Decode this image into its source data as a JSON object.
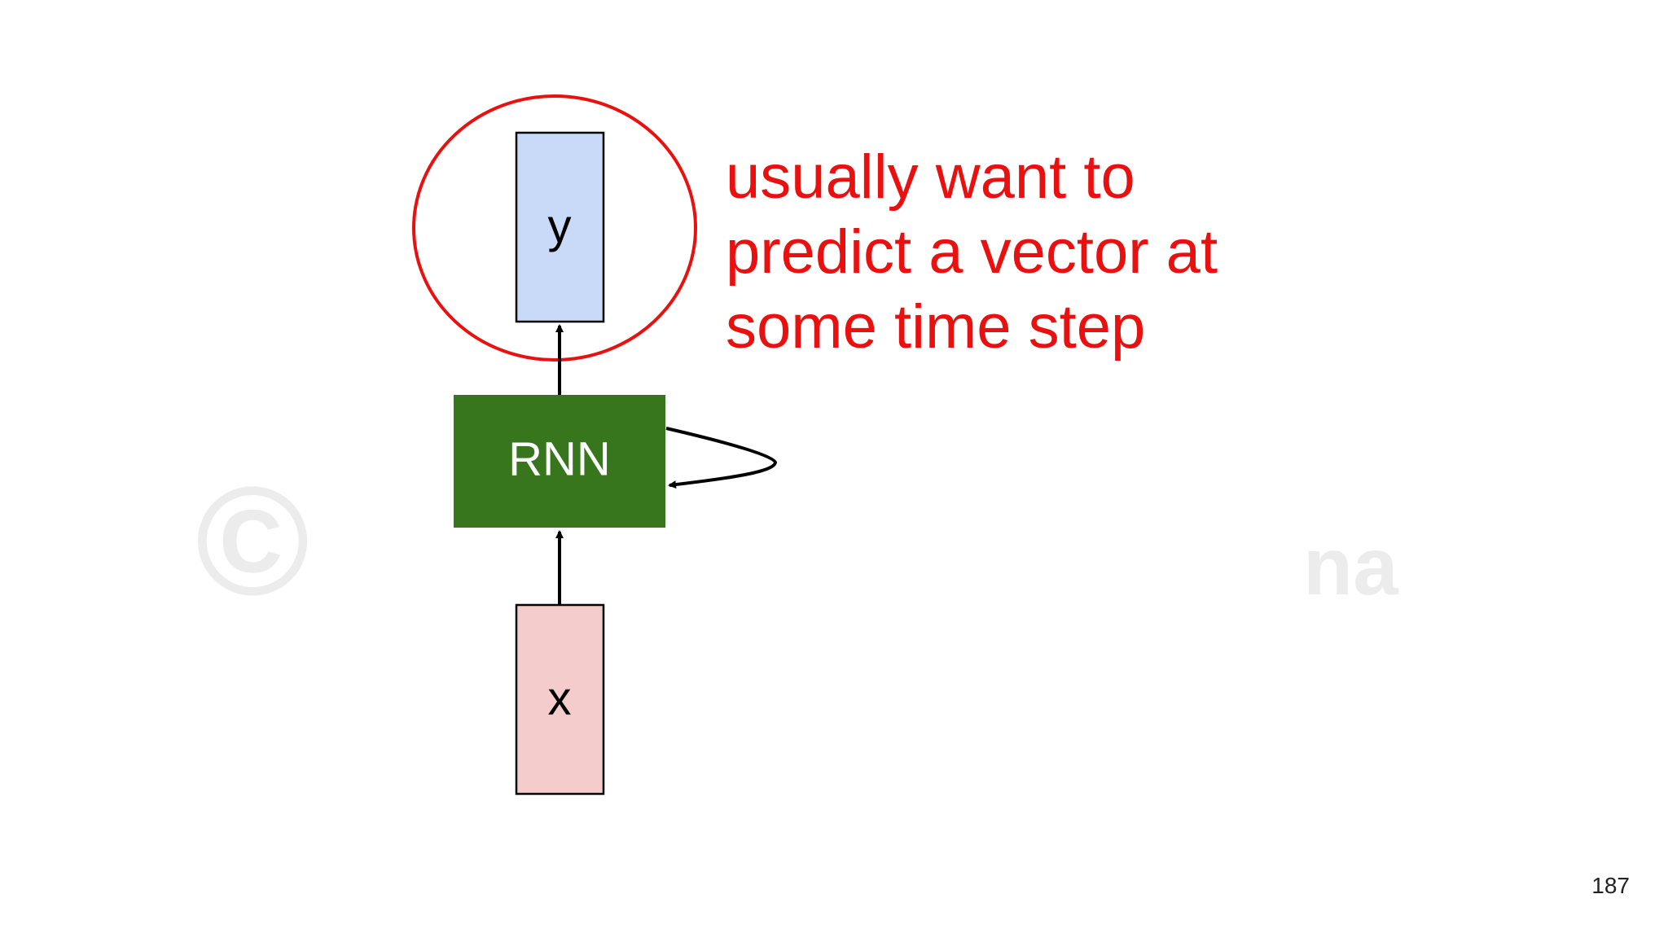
{
  "slide": {
    "callout_lines": [
      "usually want to",
      "predict a vector at",
      "some time step"
    ],
    "page_number": "187"
  },
  "diagram": {
    "output_box_label": "y",
    "rnn_box_label": "RNN",
    "input_box_label": "x",
    "arrows": [
      "x-to-rnn",
      "rnn-to-y",
      "rnn-self-loop"
    ],
    "highlight": "red circle around output y"
  },
  "watermark": {
    "fragments": [
      "©",
      "na"
    ]
  },
  "colors": {
    "output_box_fill": "#c9daf8",
    "rnn_box_fill": "#38761d",
    "input_box_fill": "#f4cccc",
    "highlight_red": "#e8110f",
    "box_stroke": "#000000",
    "watermark": "#ececec"
  }
}
